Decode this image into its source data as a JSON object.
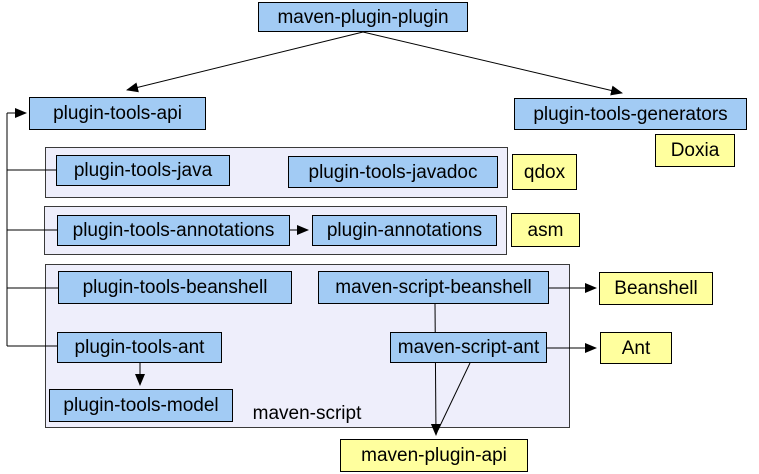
{
  "colors": {
    "background": "#ffffff",
    "module_fill": "#a2cbf4",
    "module_border": "#000000",
    "dependency_fill": "#ffff9e",
    "dependency_border": "#000000",
    "group_fill": "#eeeefb",
    "group_border": "#3a3a3a",
    "line": "#000000",
    "text": "#000000"
  },
  "nodes": {
    "maven_plugin_plugin": "maven-plugin-plugin",
    "plugin_tools_api": "plugin-tools-api",
    "plugin_tools_generators": "plugin-tools-generators",
    "doxia": "Doxia",
    "plugin_tools_java": "plugin-tools-java",
    "plugin_tools_javadoc": "plugin-tools-javadoc",
    "qdox": "qdox",
    "plugin_tools_annotations": "plugin-tools-annotations",
    "plugin_annotations": "plugin-annotations",
    "asm": "asm",
    "plugin_tools_beanshell": "plugin-tools-beanshell",
    "maven_script_beanshell": "maven-script-beanshell",
    "beanshell": "Beanshell",
    "plugin_tools_ant": "plugin-tools-ant",
    "maven_script_ant": "maven-script-ant",
    "ant": "Ant",
    "plugin_tools_model": "plugin-tools-model",
    "maven_plugin_api": "maven-plugin-api"
  },
  "groups": {
    "maven_script_label": "maven-script"
  },
  "edges": [
    {
      "from": "maven-plugin-plugin",
      "to": "plugin-tools-api"
    },
    {
      "from": "maven-plugin-plugin",
      "to": "plugin-tools-generators"
    },
    {
      "from": "plugin-tools-java",
      "to": "plugin-tools-api"
    },
    {
      "from": "plugin-tools-annotations",
      "to": "plugin-tools-api"
    },
    {
      "from": "plugin-tools-beanshell",
      "to": "plugin-tools-api"
    },
    {
      "from": "plugin-tools-ant",
      "to": "plugin-tools-api"
    },
    {
      "from": "plugin-tools-annotations",
      "to": "plugin-annotations"
    },
    {
      "from": "plugin-tools-ant",
      "to": "plugin-tools-model"
    },
    {
      "from": "maven-script-beanshell",
      "to": "Beanshell"
    },
    {
      "from": "maven-script-ant",
      "to": "Ant"
    },
    {
      "from": "maven-script-beanshell",
      "to": "maven-plugin-api"
    },
    {
      "from": "maven-script-ant",
      "to": "maven-plugin-api"
    }
  ]
}
